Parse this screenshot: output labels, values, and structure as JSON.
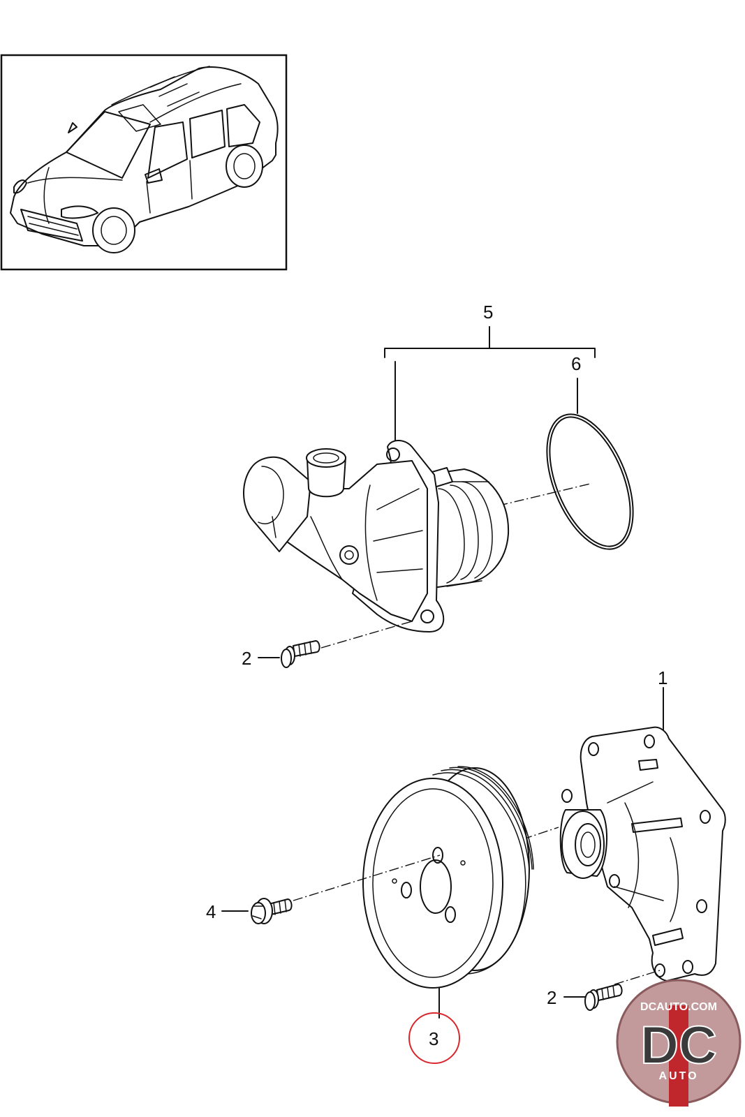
{
  "callouts": {
    "c1": "1",
    "c2a": "2",
    "c2b": "2",
    "c3": "3",
    "c4": "4",
    "c5": "5",
    "c6": "6"
  },
  "logo": {
    "site": "DCAUTO.COM",
    "mark": "DC",
    "sub": "AUTO"
  },
  "colors": {
    "highlight": "#d9262c",
    "logo_dark": "#3a3a3a",
    "logo_red": "#c0272d",
    "line": "#111111"
  }
}
